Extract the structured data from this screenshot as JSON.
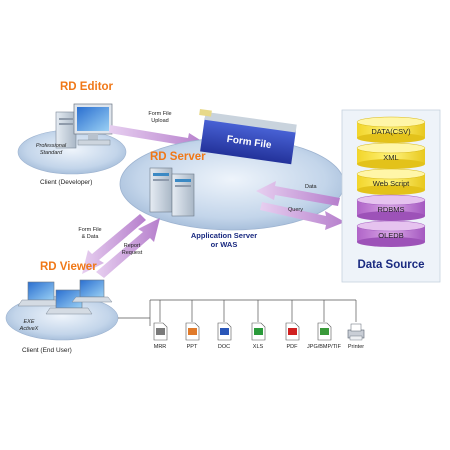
{
  "editor": {
    "title": "RD Editor",
    "screen_line1": "Professional",
    "screen_line2": "Standard",
    "client_label": "Client (Developer)"
  },
  "server": {
    "title": "RD Server",
    "form_file": "Form File",
    "app_server_line1": "Application Server",
    "app_server_line2": "or WAS"
  },
  "viewer": {
    "title": "RD Viewer",
    "badge_line1": "EXE",
    "badge_line2": "ActiveX",
    "client_label": "Client (End User)"
  },
  "arrows": {
    "upload_line1": "Form File",
    "upload_line2": "Upload",
    "download_line1": "Form File",
    "download_line2": "& Data",
    "report_line1": "Report",
    "report_line2": "Request",
    "data": "Data",
    "query": "Query"
  },
  "data_source": {
    "title": "Data Source",
    "items": [
      "DATA(CSV)",
      "XML",
      "Web Script",
      "RDBMS",
      "OLEDB"
    ]
  },
  "outputs": [
    "MRR",
    "PPT",
    "DOC",
    "XLS",
    "PDF",
    "JPG/BMP/TIF",
    "Printer"
  ],
  "colors": {
    "orange_title": "#f07818",
    "navy_text": "#1a2a80",
    "yellow_cylinder": "#f7e64a",
    "purple_cylinder": "#c27fd6",
    "arrow_purple": "#c490d8",
    "platform_blue": "#c8d8ec"
  }
}
